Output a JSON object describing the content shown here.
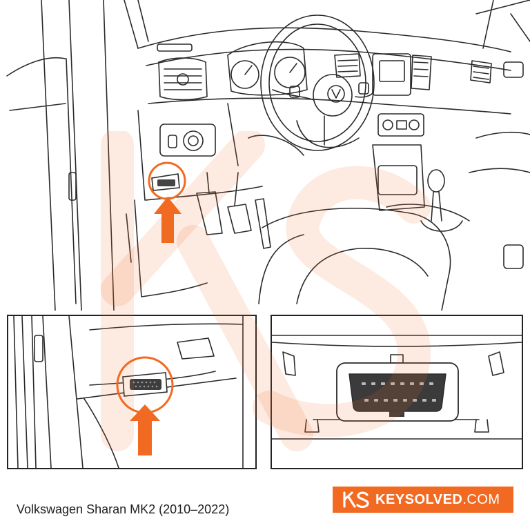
{
  "caption": "Volkswagen Sharan MK2 (2010–2022)",
  "brand": {
    "name_bold": "KEYSOLVED",
    "name_suffix": ".COM",
    "badge_color": "#f26a21",
    "text_color": "#ffffff"
  },
  "highlight_color": "#f26a21",
  "line_color": "#2a2a2a"
}
